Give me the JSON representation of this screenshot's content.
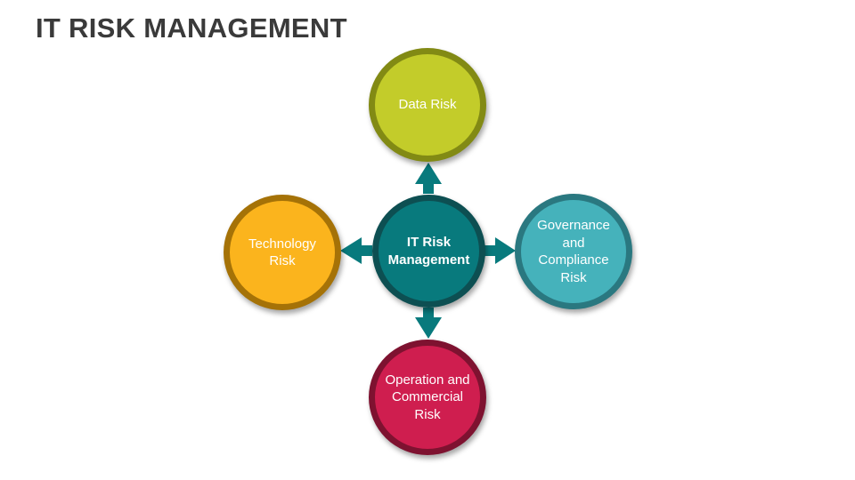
{
  "title": "IT RISK MANAGEMENT",
  "center": {
    "label": "IT Risk\nManagement",
    "fill": "#087a7d",
    "ring": "#0d4f52"
  },
  "nodes": {
    "top": {
      "label": "Data Risk",
      "fill": "#c3cc2a",
      "ring": "#828a14"
    },
    "right": {
      "label": "Governance\nand\nCompliance\nRisk",
      "fill": "#45b2bb",
      "ring": "#2a7880"
    },
    "bottom": {
      "label": "Operation and\nCommercial\nRisk",
      "fill": "#cf1e4f",
      "ring": "#7e1230"
    },
    "left": {
      "label": "Technology\nRisk",
      "fill": "#fbb41d",
      "ring": "#a57207"
    }
  },
  "arrow_color": "#087a7d"
}
